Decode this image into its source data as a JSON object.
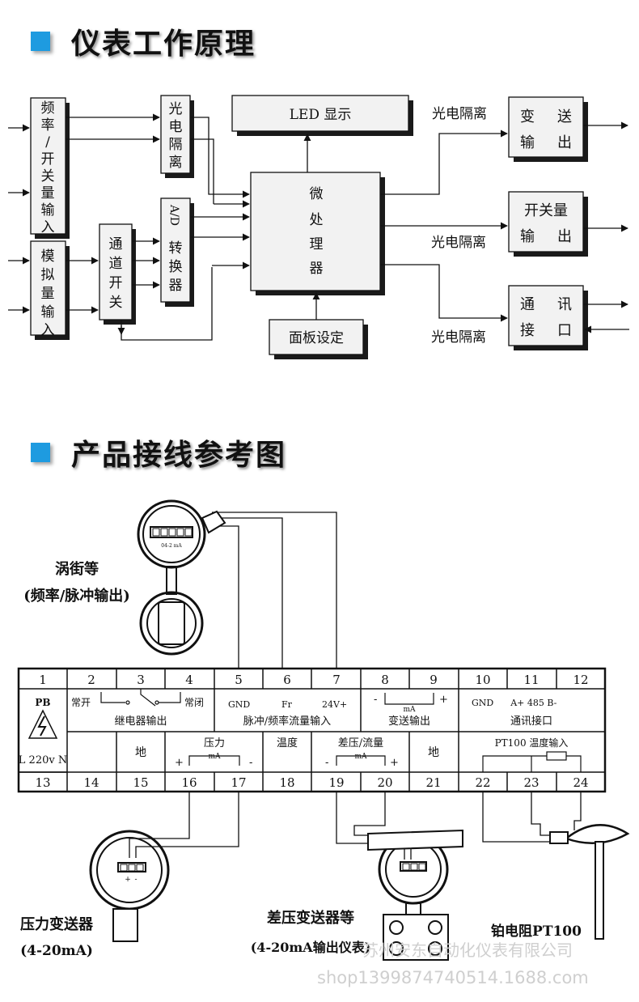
{
  "section1": {
    "title": "仪表工作原理"
  },
  "block": {
    "freq_input": [
      "频",
      "率",
      "/",
      "开",
      "关",
      "量",
      "输",
      "入"
    ],
    "analog_input": [
      "模",
      "拟",
      "量",
      "输",
      "入"
    ],
    "channel_switch": [
      "通",
      "道",
      "开",
      "关"
    ],
    "opto_left": [
      "光",
      "电",
      "隔",
      "离"
    ],
    "ad": [
      "A/D",
      "转",
      "换",
      "器"
    ],
    "cpu": [
      "微",
      "处",
      "理",
      "器"
    ],
    "led": "LED 显示",
    "panel": "面板设定",
    "opto_labels": [
      "光电隔离",
      "光电隔离",
      "光电隔离"
    ],
    "tx_out": [
      "变",
      "送",
      "输",
      "出"
    ],
    "switch_out": [
      "开关量",
      "输",
      "出"
    ],
    "comm": [
      "通",
      "讯",
      "接",
      "口"
    ]
  },
  "section2": {
    "title": "产品接线参考图"
  },
  "wiring": {
    "top_numbers": [
      "1",
      "2",
      "3",
      "4",
      "5",
      "6",
      "7",
      "8",
      "9",
      "10",
      "11",
      "12"
    ],
    "bottom_numbers": [
      "13",
      "14",
      "15",
      "16",
      "17",
      "18",
      "19",
      "20",
      "21",
      "22",
      "23",
      "24"
    ],
    "pb": "PB",
    "power": "L 220v N",
    "relay_no": "常开",
    "relay_nc": "常闭",
    "relay_label": "继电器输出",
    "pulse_terms": [
      "GND",
      "Fr",
      "24V+"
    ],
    "pulse_label": "脉冲/频率流量输入",
    "ma": "mA",
    "minus": "-",
    "plus": "+",
    "tx_label": "变送输出",
    "comm_terms": "GND      A+ 485 B-",
    "comm_label": "通讯接口",
    "ground": "地",
    "pressure": "压力",
    "temperature": "温度",
    "dp_flow": "差压/流量",
    "ground2": "地",
    "pt100_in": "PT100 温度输入",
    "meter_text": "04-2 mA",
    "vortex": "涡街等",
    "vortex_sub": "(频率/脉冲输出)",
    "pressure_tx": "压力变送器",
    "pressure_tx_sub": "(4-20mA)",
    "dp_tx": "差压变送器等",
    "dp_tx_sub": "(4-20mA输出仪表)",
    "pt100": "铂电阻PT100"
  },
  "watermark": {
    "line1": "苏州安东自动化仪表有限公司",
    "line2": "shop1399874740514.1688.com"
  }
}
